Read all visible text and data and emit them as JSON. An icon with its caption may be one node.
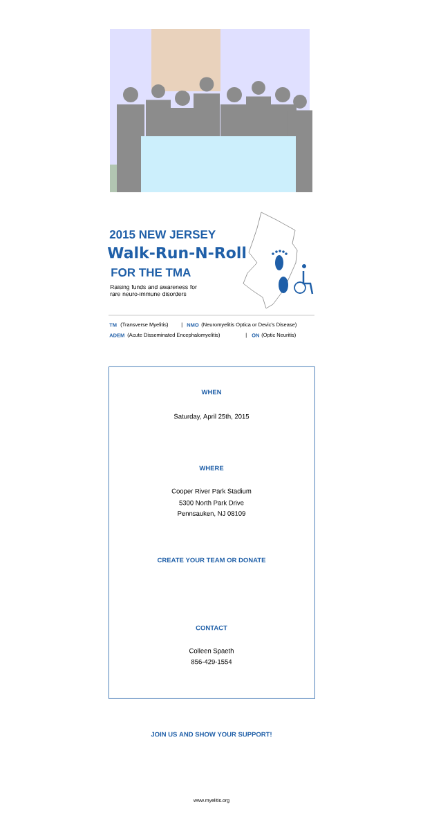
{
  "diagram": {
    "nodes": [
      {
        "text": [],
        "shape": "picture"
      },
      {
        "text": [
          "WHEN",
          "Saturday, April 25th, 2015",
          "WHERE",
          "Cooper River Park Stadium",
          "5300 North Park Drive",
          "Pennsauken, NJ 08109",
          "CREATE YOUR TEAM OR DONATE",
          "CONTACT",
          "Colleen Spaeth",
          "856-429-1554"
        ]
      }
    ],
    "labels": [
      "2015 NEW JERSEY",
      "Walk-Run-N-Roll",
      "FOR THE TMA",
      "Raising funds and awareness for rare neuro-immune disorders",
      "TM",
      "(Transverse Myelitis)",
      "|",
      "NMO",
      "(Neuromyelitis Optica or Devic's Disease)",
      "ADEM",
      "(Acute Disseminated Encephalomyelitis)",
      "|",
      "ON",
      "(Optic Neuritis)",
      "JOIN US AND SHOW YOUR SUPPORT!",
      "www.myelitis.org"
    ]
  }
}
